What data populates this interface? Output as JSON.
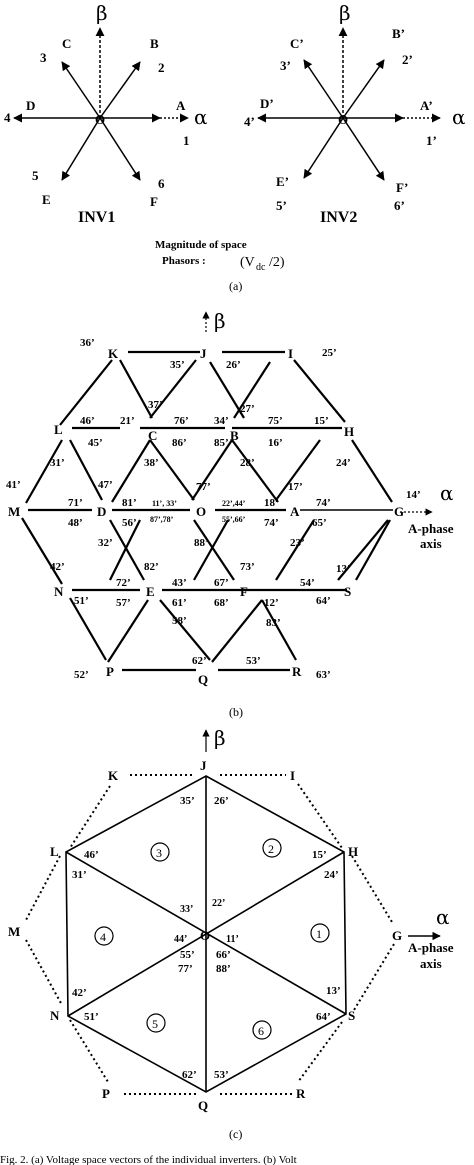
{
  "panel_a": {
    "inv1": {
      "title": "INV1",
      "center": "O",
      "axis_alpha": "α",
      "axis_beta": "β",
      "vectors": [
        {
          "letter": "A",
          "num": "1"
        },
        {
          "letter": "B",
          "num": "2"
        },
        {
          "letter": "C",
          "num": "3"
        },
        {
          "letter": "D",
          "num": "4"
        },
        {
          "letter": "E",
          "num": "5"
        },
        {
          "letter": "F",
          "num": "6"
        }
      ]
    },
    "inv2": {
      "title": "INV2",
      "center": "O",
      "axis_alpha": "α",
      "axis_beta": "β",
      "vectors": [
        {
          "letter": "A’",
          "num": "1’"
        },
        {
          "letter": "B’",
          "num": "2’"
        },
        {
          "letter": "C’",
          "num": "3’"
        },
        {
          "letter": "D’",
          "num": "4’"
        },
        {
          "letter": "E’",
          "num": "5’"
        },
        {
          "letter": "F’",
          "num": "6’"
        }
      ]
    },
    "magnitude_line1": "Magnitude of space",
    "magnitude_line2": "Phasors :",
    "magnitude_value": "(V",
    "magnitude_sub": "dc",
    "magnitude_tail": "/2)",
    "caption": "(a)"
  },
  "panel_b": {
    "beta": "β",
    "alpha": "α",
    "a_phase_1": "A-phase",
    "a_phase_2": "axis",
    "points": {
      "J": "J",
      "I": "I",
      "K": "K",
      "L": "L",
      "C": "C",
      "B": "B",
      "H": "H",
      "M": "M",
      "D": "D",
      "O": "O",
      "A": "A",
      "G": "G",
      "N": "N",
      "E": "E",
      "F": "F",
      "S": "S",
      "P": "P",
      "Q": "Q",
      "R": "R"
    },
    "states": {
      "s36": "36’",
      "s25": "25’",
      "s35": "35’",
      "s26": "26’",
      "s37": "37’",
      "s27": "27’",
      "s46": "46’",
      "s21": "21’",
      "s76": "76’",
      "s34": "34’",
      "s75": "75’",
      "s15": "15’",
      "s45": "45’",
      "s86": "86’",
      "s85": "85’",
      "s16": "16’",
      "s31": "31’",
      "s38": "38’",
      "s28": "28’",
      "s24": "24’",
      "s41": "41’",
      "s47": "47’",
      "s77": "77’",
      "s17": "17’",
      "s14": "14’",
      "s71": "71’",
      "s81": "81’",
      "s11_33": "11’, 33’",
      "s22_44": "22’,44’",
      "s18": "18’",
      "s74a": "74’",
      "s48": "48’",
      "s56": "56’",
      "s87_78": "87’,78’",
      "s55_66": "55’,66’",
      "s74b": "74’",
      "s65": "65’",
      "s32": "32’",
      "s88": "88’",
      "s23": "23’",
      "s42": "42’",
      "s82": "82’",
      "s73": "73’",
      "s13": "13’",
      "s72": "72’",
      "s43": "43’",
      "s67": "67’",
      "s54": "54’",
      "s51": "51’",
      "s57": "57’",
      "s61": "61’",
      "s68": "68’",
      "s12": "12’",
      "s64": "64’",
      "s58": "58’",
      "s83": "83’",
      "s62": "62’",
      "s53": "53’",
      "s52": "52’",
      "s63": "63’"
    },
    "caption": "(b)"
  },
  "panel_c": {
    "beta": "β",
    "alpha": "α",
    "a_phase_1": "A-phase",
    "a_phase_2": "axis",
    "points": {
      "J": "J",
      "K": "K",
      "I": "I",
      "L": "L",
      "H": "H",
      "M": "M",
      "O": "O",
      "G": "G",
      "N": "N",
      "S": "S",
      "P": "P",
      "Q": "Q",
      "R": "R"
    },
    "sectors": [
      "1",
      "2",
      "3",
      "4",
      "5",
      "6"
    ],
    "states": {
      "s35": "35’",
      "s26": "26’",
      "s46": "46’",
      "s31": "31’",
      "s15": "15’",
      "s24": "24’",
      "s33": "33’",
      "s22": "22’",
      "s44": "44’",
      "s11": "11’",
      "s55": "55’",
      "s77": "77’",
      "s66": "66’",
      "s88": "88’",
      "s13": "13’",
      "s42": "42’",
      "s51": "51’",
      "s64": "64’",
      "s62": "62’",
      "s53": "53’"
    },
    "caption": "(c)"
  },
  "footer_text": "Fig. 2.   (a) Voltage space vectors of the individual inverters. (b) Volt"
}
